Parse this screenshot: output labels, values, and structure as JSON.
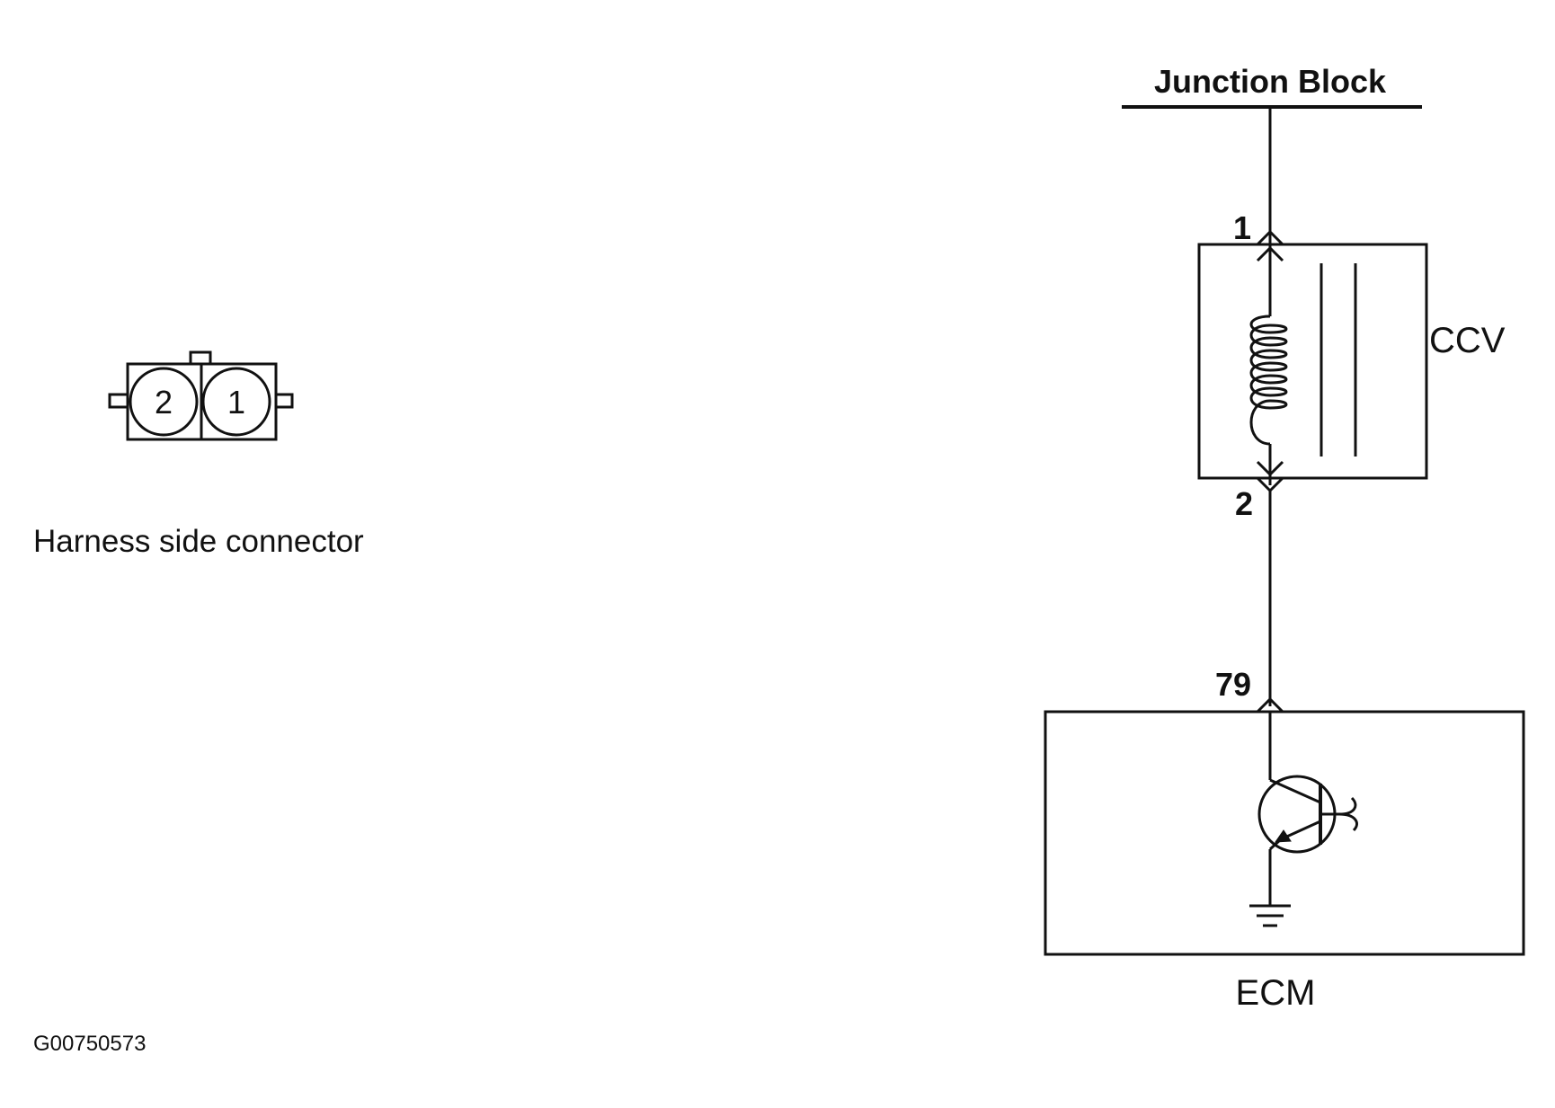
{
  "connector": {
    "caption": "Harness side connector",
    "pins": [
      "2",
      "1"
    ]
  },
  "circuit": {
    "junction_label": "Junction Block",
    "ccv_label": "CCV",
    "ecm_label": "ECM",
    "pins": {
      "ccv_top": "1",
      "ccv_bottom": "2",
      "ecm": "79"
    }
  },
  "figure_id": "G00750573",
  "colors": {
    "line": "#111111",
    "background": "#ffffff"
  }
}
